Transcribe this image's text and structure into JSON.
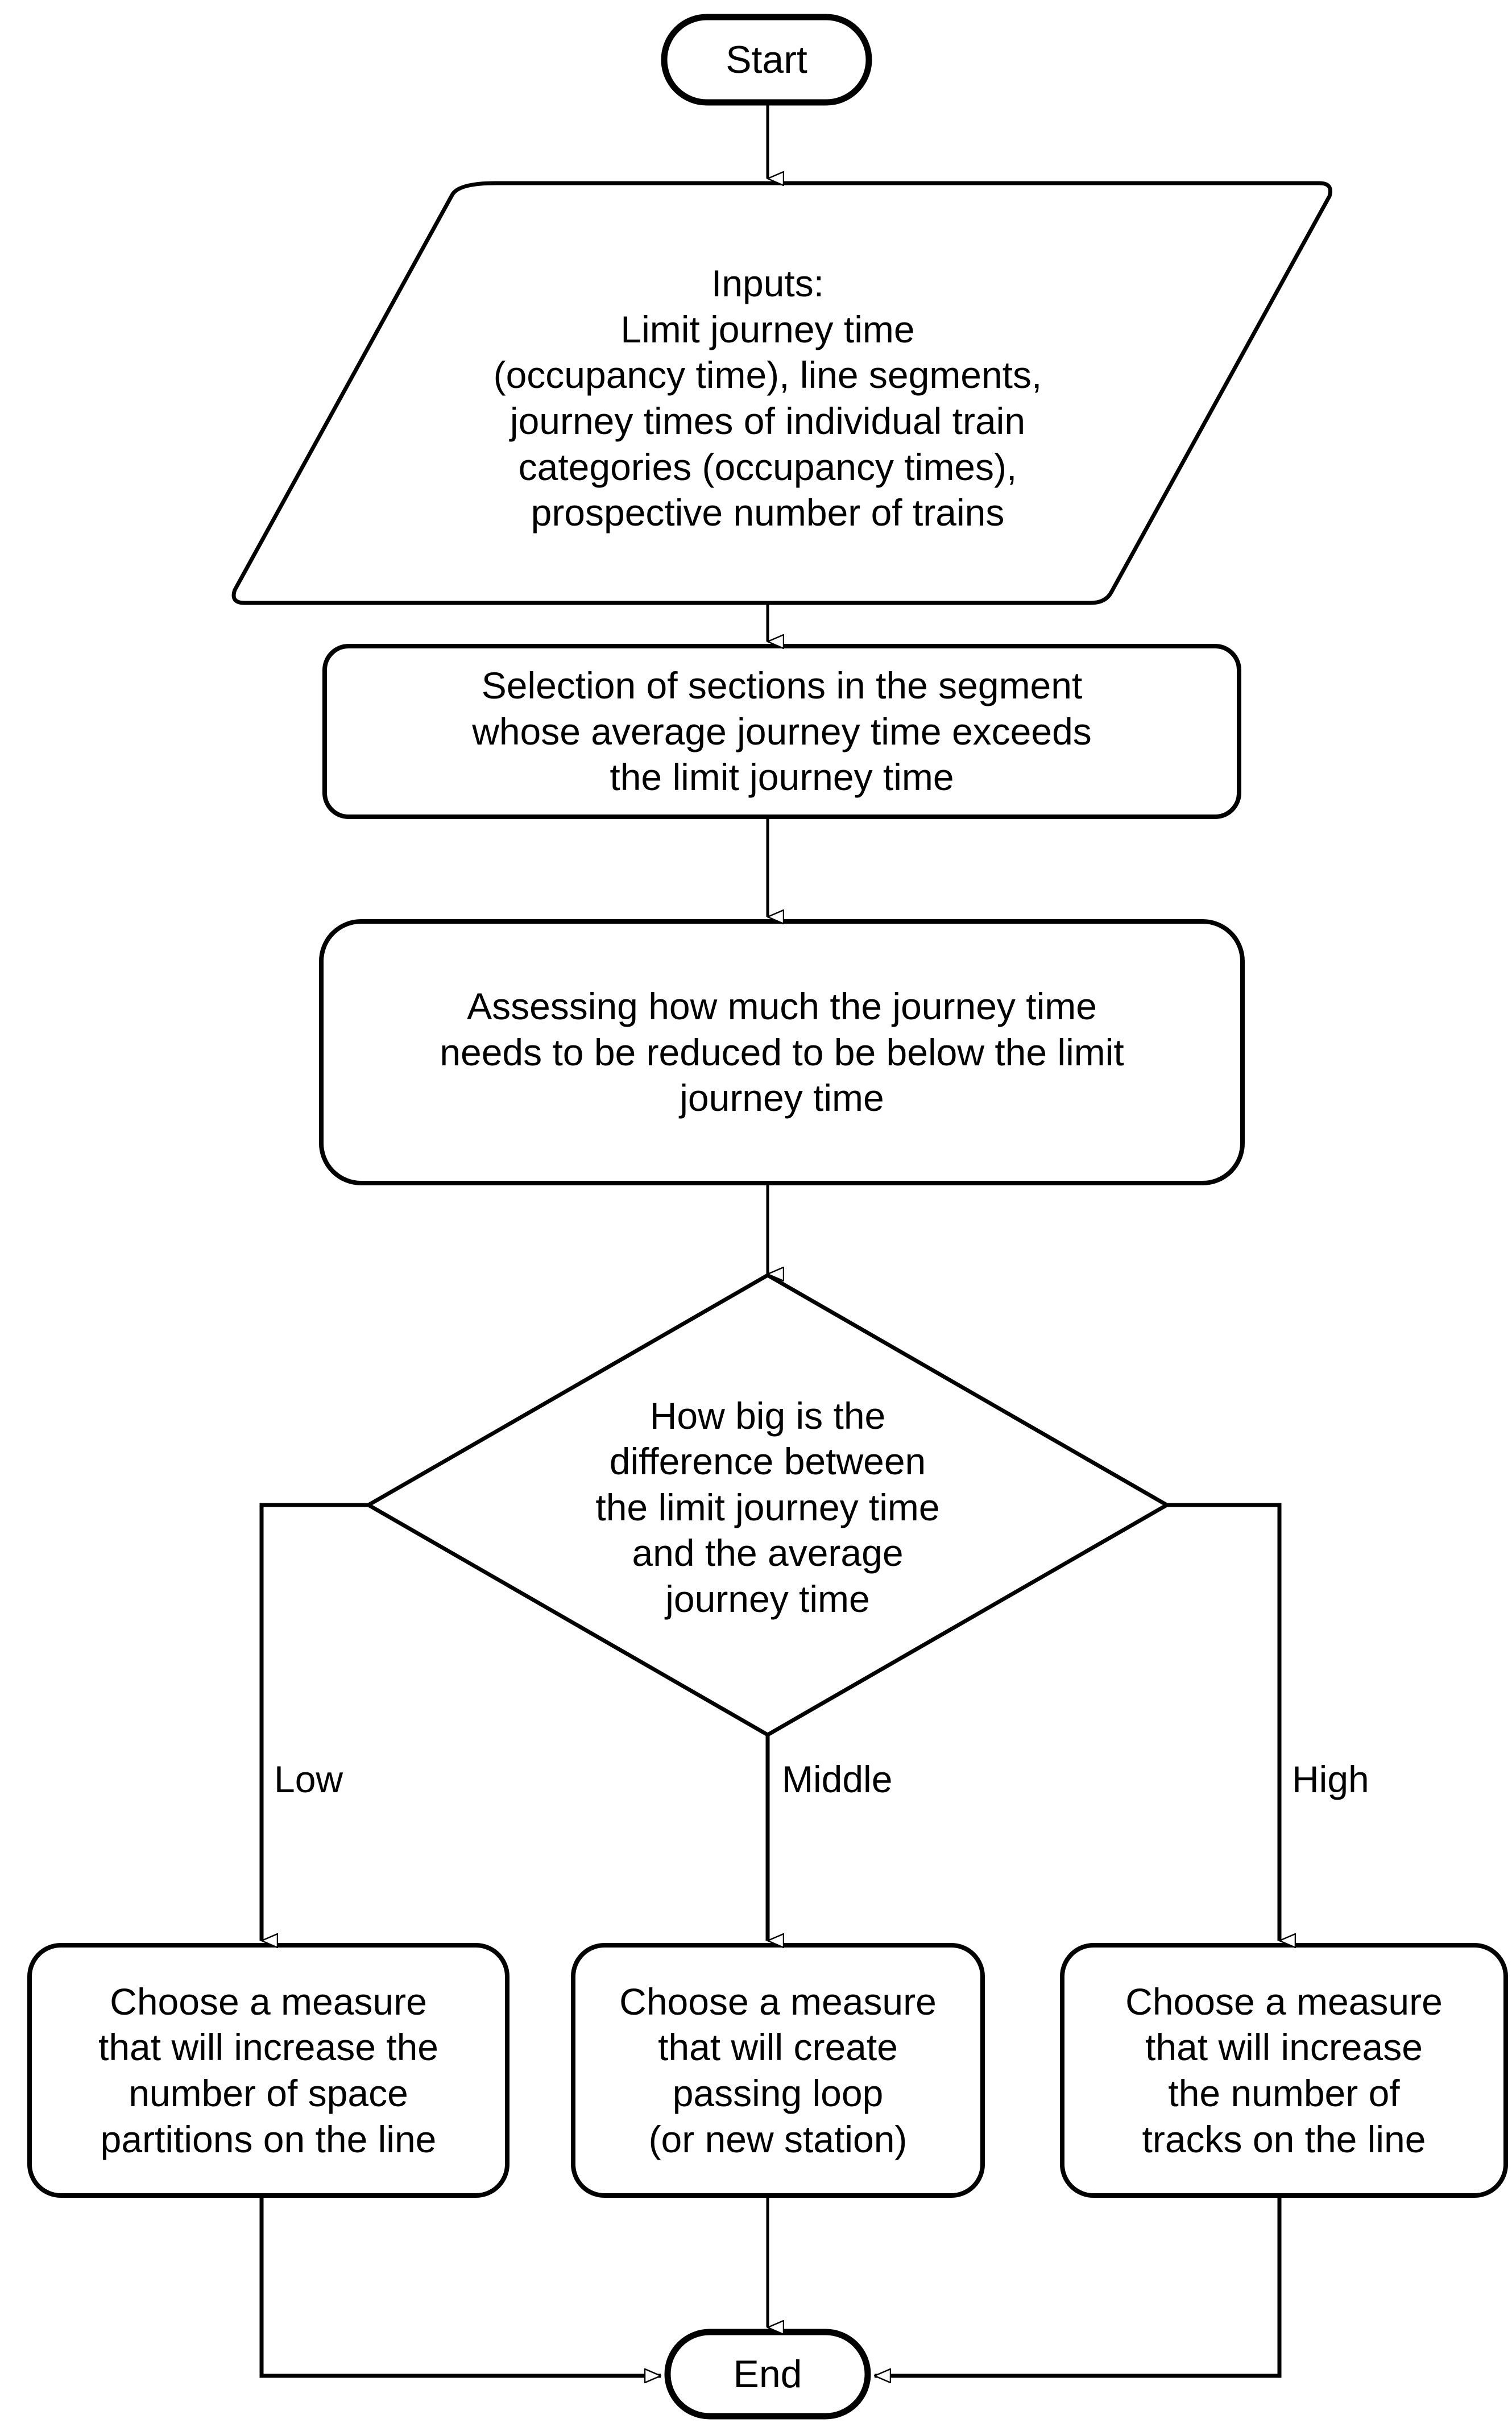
{
  "diagram": {
    "title": "Railway line capacity measure selection flowchart",
    "stroke_color": "#000000",
    "fill_color": "#ffffff",
    "background": "#ffffff"
  },
  "nodes": {
    "start": {
      "shape": "terminator",
      "label": "Start"
    },
    "inputs": {
      "shape": "parallelogram-io",
      "label": "Inputs:\nLimit journey time\n(occupancy time), line segments,\njourney times of individual train\ncategories (occupancy times),\nprospective number of trains"
    },
    "selection": {
      "shape": "rounded-process",
      "label": "Selection of sections in the segment\nwhose average journey time exceeds\nthe limit journey time"
    },
    "assessing": {
      "shape": "rounded-process",
      "label": "Assessing how much the journey time\nneeds to be reduced to be below the limit\njourney time"
    },
    "decision": {
      "shape": "diamond",
      "label": "How big is the\ndifference between\nthe limit journey time\nand the average\njourney time"
    },
    "measure_low": {
      "shape": "rounded-process",
      "label": "Choose a measure\nthat will increase the\nnumber of space\npartitions on the line"
    },
    "measure_middle": {
      "shape": "rounded-process",
      "label": "Choose a measure\nthat will create\npassing loop\n(or new station)"
    },
    "measure_high": {
      "shape": "rounded-process",
      "label": "Choose a measure\nthat will increase\nthe number of\ntracks on the line"
    },
    "end": {
      "shape": "terminator",
      "label": "End"
    }
  },
  "edge_labels": {
    "low": "Low",
    "middle": "Middle",
    "high": "High"
  },
  "edges": [
    {
      "from": "start",
      "to": "inputs",
      "label": ""
    },
    {
      "from": "inputs",
      "to": "selection",
      "label": ""
    },
    {
      "from": "selection",
      "to": "assessing",
      "label": ""
    },
    {
      "from": "assessing",
      "to": "decision",
      "label": ""
    },
    {
      "from": "decision",
      "to": "measure_low",
      "label": "Low"
    },
    {
      "from": "decision",
      "to": "measure_middle",
      "label": "Middle"
    },
    {
      "from": "decision",
      "to": "measure_high",
      "label": "High"
    },
    {
      "from": "measure_low",
      "to": "end",
      "label": ""
    },
    {
      "from": "measure_middle",
      "to": "end",
      "label": ""
    },
    {
      "from": "measure_high",
      "to": "end",
      "label": ""
    }
  ]
}
